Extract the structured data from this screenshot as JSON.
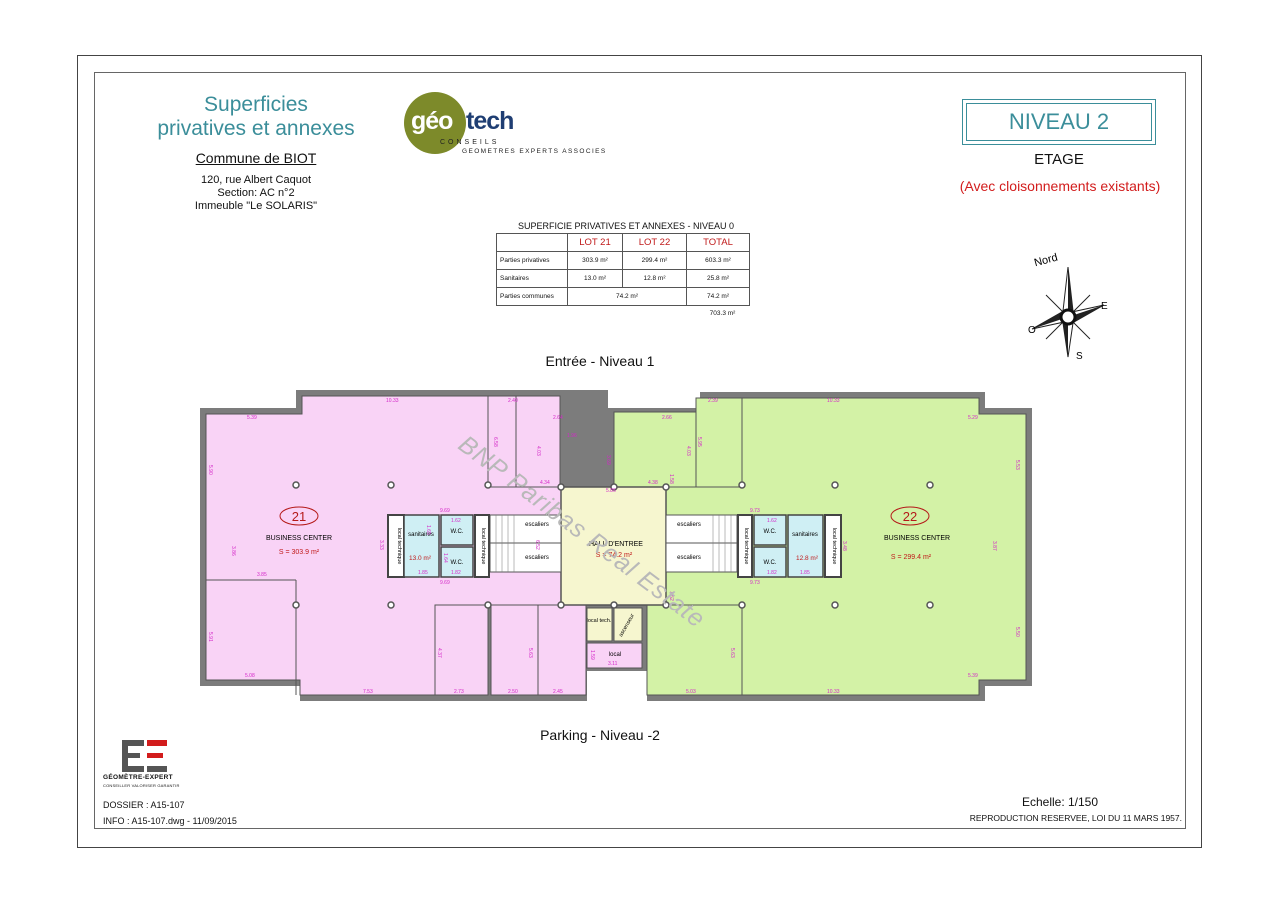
{
  "header": {
    "title_line1": "Superficies",
    "title_line2": "privatives et annexes",
    "commune": "Commune de BIOT",
    "address_line1": "120, rue Albert Caquot",
    "address_line2": "Section: AC n°2",
    "address_line3": "Immeuble \"Le SOLARIS\""
  },
  "logo": {
    "geo": "géo",
    "tech": "tech",
    "conseils": "CONSEILS",
    "subtitle": "GEOMETRES EXPERTS ASSOCIES"
  },
  "level": {
    "name": "NIVEAU 2",
    "floor": "ETAGE",
    "note": "(Avec cloisonnements existants)"
  },
  "table": {
    "title": "SUPERFICIE PRIVATIVES ET ANNEXES - NIVEAU 0",
    "headers": [
      "",
      "LOT 21",
      "LOT 22",
      "TOTAL"
    ],
    "rows": [
      {
        "label": "Parties privatives",
        "lot21": "303.9 m²",
        "lot22": "299.4 m²",
        "total": "603.3 m²"
      },
      {
        "label": "Sanitaires",
        "lot21": "13.0 m²",
        "lot22": "12.8 m²",
        "total": "25.8 m²"
      },
      {
        "label": "Parties communes",
        "common": "74.2 m²",
        "total": "74.2 m²"
      }
    ],
    "grand_total": "703.3 m²"
  },
  "compass": {
    "north": "Nord",
    "east": "E",
    "south": "S",
    "west": "O"
  },
  "plan": {
    "entrance_label": "Entrée - Niveau 1",
    "parking_label": "Parking - Niveau -2",
    "lot21": {
      "number": "21",
      "name": "BUSINESS CENTER",
      "area": "S = 303.9 m²"
    },
    "lot22": {
      "number": "22",
      "name": "BUSINESS CENTER",
      "area": "S = 299.4 m²"
    },
    "hall": {
      "name": "HALL D'ENTREE",
      "area": "S = 74.2 m²"
    },
    "rooms": {
      "sanitaires": "sanitaires",
      "wc": "W.C.",
      "local_technique": "local technique",
      "escaliers": "escaliers",
      "local_tech": "local tech.",
      "ascenseur": "ascenseur",
      "local": "local",
      "san21_area": "13.0 m²",
      "san22_area": "12.8 m²"
    },
    "dims_left": [
      "10.33",
      "5.39",
      "5.90",
      "3.86",
      "3.85",
      "5.91",
      "5.08",
      "7.53",
      "2.73",
      "2.50",
      "2.45",
      "2.40",
      "2.64",
      "6.58",
      "4.03",
      "1.96",
      "3.69",
      "4.34",
      "9.69",
      "9.69",
      "1.62",
      "1.82",
      "1.65",
      "1.85",
      "1.64",
      "4.37",
      "5.63",
      "3.33",
      "6.52"
    ],
    "dims_right": [
      "10.33",
      "5.29",
      "5.53",
      "3.87",
      "5.50",
      "5.39",
      "10.33",
      "5.03",
      "2.39",
      "2.66",
      "4.03",
      "5.95",
      "4.38",
      "9.73",
      "9.73",
      "1.62",
      "1.85",
      "1.82",
      "3.48",
      "5.63",
      "1.52",
      "1.58"
    ],
    "dims_hall": [
      "5.86",
      "3.11",
      "1.59"
    ]
  },
  "watermark": "BNP Paribas Real Estate",
  "footer": {
    "ge_title": "GÉOMÈTRE-EXPERT",
    "ge_subtitle": "CONSEILLER VALORISER GARANTIR",
    "dossier": "DOSSIER : A15-107",
    "info": "INFO : A15-107.dwg - 11/09/2015",
    "scale": "Echelle: 1/150",
    "reproduction": "REPRODUCTION RESERVEE, LOI DU 11 MARS 1957."
  },
  "colors": {
    "lot21_fill": "#f9d3f6",
    "lot22_fill": "#d3f2a6",
    "hall_fill": "#f6f6cf",
    "sanitary_fill": "#cfeff4",
    "wall": "#7c7c7c",
    "teal": "#3b8e9a",
    "red": "#d21c1c",
    "dimension": "#d428c8"
  }
}
